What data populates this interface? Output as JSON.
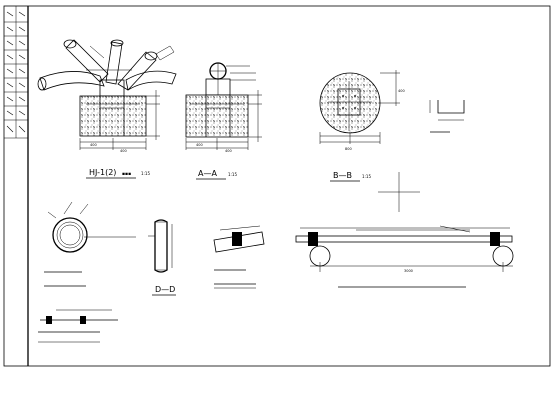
{
  "drawing": {
    "views": {
      "hj_section": {
        "title": "HJ-1(2)",
        "scale": "1:15"
      },
      "aa_section": {
        "title": "A—A",
        "scale": "1:15"
      },
      "bb_section": {
        "title": "B—B",
        "scale": "1:15"
      },
      "dd_section": {
        "title": "D—D"
      }
    },
    "dims": {
      "hj_a": "400",
      "hj_b": "400",
      "aa_a": "400",
      "aa_b": "400",
      "bb_base": "800",
      "bb_side": "400",
      "pipe_span": "3000"
    },
    "colors": {
      "line": "#000000",
      "background": "#ffffff"
    }
  }
}
